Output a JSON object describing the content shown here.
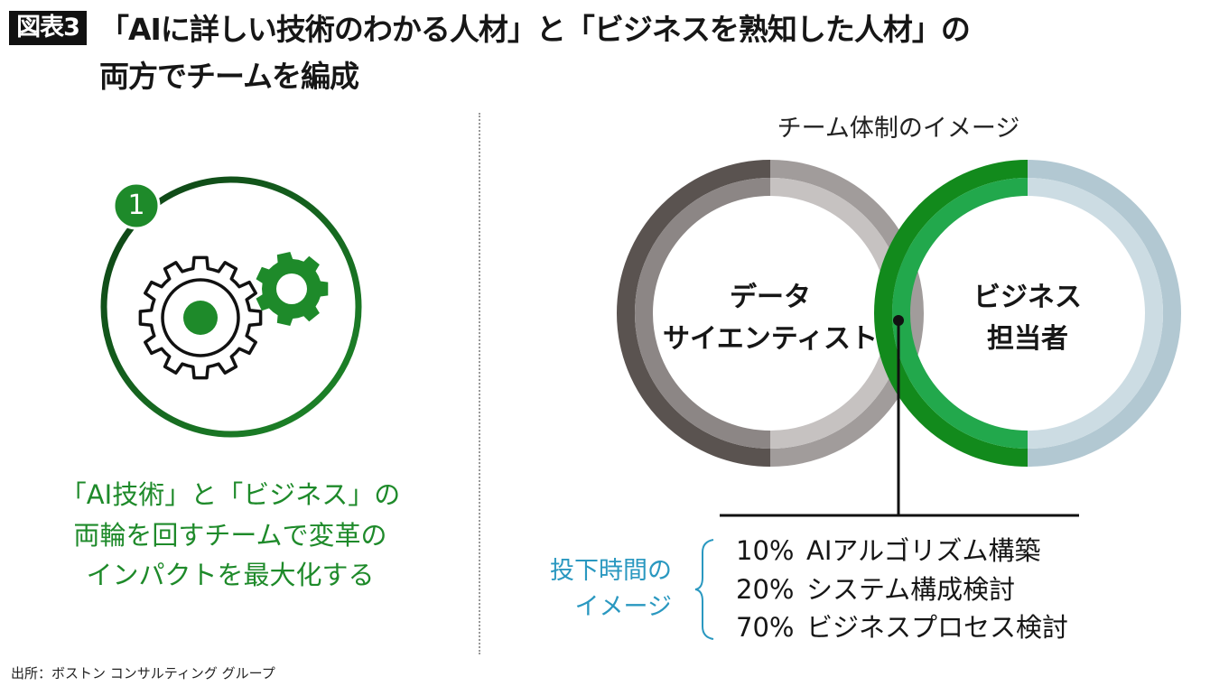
{
  "header": {
    "figure_label": "図表3",
    "title_line1": "「AIに詳しい技術のわかる人材」と「ビジネスを熟知した人材」の",
    "title_line2": "両方でチームを編成"
  },
  "left_panel": {
    "badge_number": "1",
    "icon": "gears-icon",
    "caption_lines": [
      "「AI技術」と「ビジネス」の",
      "両輪を回すチームで変革の",
      "インパクトを最大化する"
    ]
  },
  "right_panel": {
    "subtitle": "チーム体制のイメージ",
    "circles": [
      {
        "label_line1": "データ",
        "label_line2": "サイエンティスト"
      },
      {
        "label_line1": "ビジネス",
        "label_line2": "担当者"
      }
    ],
    "allocation": {
      "label_line1": "投下時間の",
      "label_line2": "イメージ",
      "items": [
        {
          "percent": "10%",
          "task": "AIアルゴリズム構築"
        },
        {
          "percent": "20%",
          "task": "システム構成検討"
        },
        {
          "percent": "70%",
          "task": "ビジネスプロセス検討"
        }
      ]
    }
  },
  "footer": {
    "source": "出所：ボストン コンサルティング グループ"
  },
  "colors": {
    "green": "#1e8a2a",
    "blue_text": "#2a98c0",
    "dark_gray": "#5a5350",
    "light_blue": "#b3c9d3"
  }
}
